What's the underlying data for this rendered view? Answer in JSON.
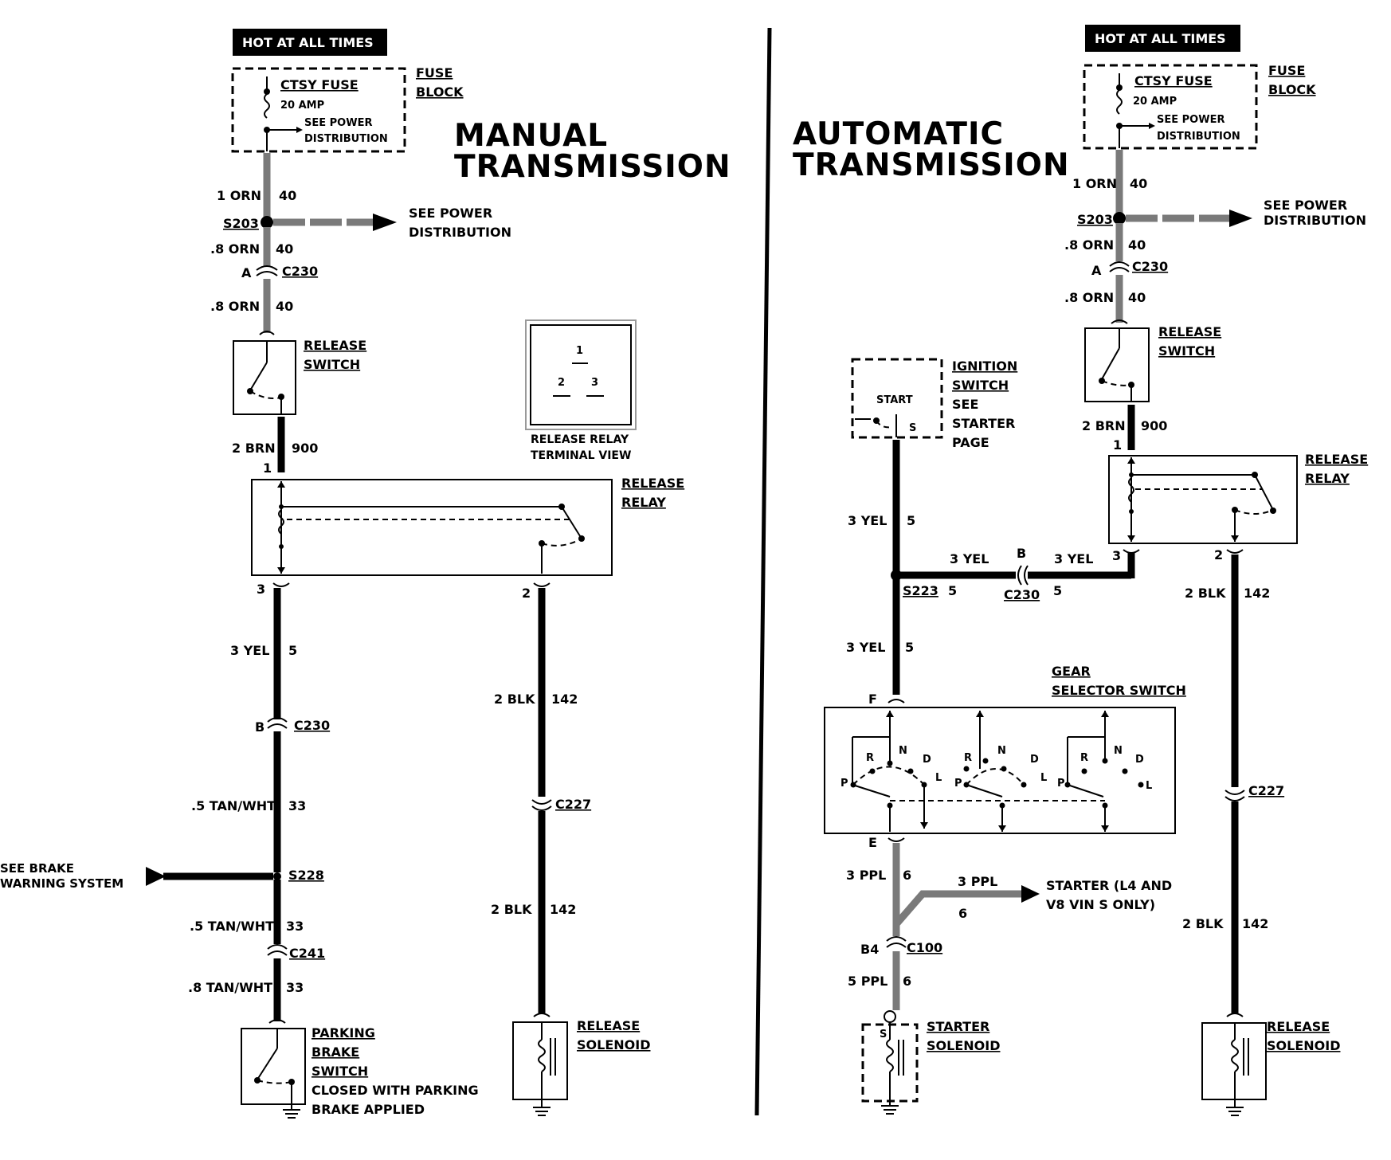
{
  "manual": {
    "title_line1": "MANUAL",
    "title_line2": "TRANSMISSION",
    "hot_at_all_times": "HOT AT ALL TIMES",
    "fuse_name": "CTSY FUSE",
    "fuse_amp": "20 AMP",
    "see_power_1": "SEE POWER",
    "see_power_2": "DISTRIBUTION",
    "fuse_block_1": "FUSE",
    "fuse_block_2": "BLOCK",
    "w1_size": "1 ORN",
    "w1_circuit": "40",
    "splice_s203": "S203",
    "arrow_see_power_1": "SEE POWER",
    "arrow_see_power_2": "DISTRIBUTION",
    "w2_size": ".8 ORN",
    "w2_circuit": "40",
    "c230_pin": "A",
    "c230": "C230",
    "w3_size": ".8 ORN",
    "w3_circuit": "40",
    "release_switch_1": "RELEASE",
    "release_switch_2": "SWITCH",
    "w4_size": "2 BRN",
    "w4_circuit": "900",
    "relay_pin1": "1",
    "relay_1": "RELEASE",
    "relay_2": "RELAY",
    "relay_pin3": "3",
    "relay_pin2": "2",
    "w5_size": "3 YEL",
    "w5_circuit": "5",
    "c230b_pin": "B",
    "c230b": "C230",
    "w6_size": ".5 TAN/WHT",
    "w6_circuit": "33",
    "splice_s228": "S228",
    "brake_warning_1": "SEE BRAKE",
    "brake_warning_2": "WARNING SYSTEM",
    "w7_size": ".5 TAN/WHT",
    "w7_circuit": "33",
    "c241": "C241",
    "w8_size": ".8 TAN/WHT",
    "w8_circuit": "33",
    "park_1": "PARKING",
    "park_2": "BRAKE",
    "park_3": "SWITCH",
    "park_4": "CLOSED WITH PARKING",
    "park_5": "BRAKE APPLIED",
    "w9_size": "2 BLK",
    "w9_circuit": "142",
    "c227": "C227",
    "w10_size": "2 BLK",
    "w10_circuit": "142",
    "solenoid_1": "RELEASE",
    "solenoid_2": "SOLENOID",
    "terminal_pin1": "1",
    "terminal_pin2": "2",
    "terminal_pin3": "3",
    "terminal_1": "RELEASE RELAY",
    "terminal_2": "TERMINAL VIEW"
  },
  "automatic": {
    "title_line1": "AUTOMATIC",
    "title_line2": "TRANSMISSION",
    "hot_at_all_times": "HOT AT ALL TIMES",
    "fuse_name": "CTSY FUSE",
    "fuse_amp": "20 AMP",
    "see_power_1": "SEE POWER",
    "see_power_2": "DISTRIBUTION",
    "fuse_block_1": "FUSE",
    "fuse_block_2": "BLOCK",
    "w1_size": "1 ORN",
    "w1_circuit": "40",
    "splice_s203": "S203",
    "arrow_see_power_1": "SEE POWER",
    "arrow_see_power_2": "DISTRIBUTION",
    "w2_size": ".8 ORN",
    "w2_circuit": "40",
    "c230_pin": "A",
    "c230": "C230",
    "w3_size": ".8 ORN",
    "w3_circuit": "40",
    "release_switch_1": "RELEASE",
    "release_switch_2": "SWITCH",
    "w4_size": "2 BRN",
    "w4_circuit": "900",
    "relay_pin1": "1",
    "relay_1": "RELEASE",
    "relay_2": "RELAY",
    "relay_pin3": "3",
    "relay_pin2": "2",
    "ign_start": "START",
    "ign_s": "S",
    "ign_1": "IGNITION",
    "ign_2": "SWITCH",
    "ign_3": "SEE",
    "ign_4": "STARTER",
    "ign_5": "PAGE",
    "w5_size": "3 YEL",
    "w5_circuit": "5",
    "w6_size": "3 YEL",
    "c230b_pin": "B",
    "w7_size": "3 YEL",
    "splice_s223": "S223",
    "w6_circuit": "5",
    "c230b": "C230",
    "w7_circuit": "5",
    "w8_size": "3 YEL",
    "w8_circuit": "5",
    "gear_1": "GEAR",
    "gear_2": "SELECTOR SWITCH",
    "pin_f": "F",
    "pin_e": "E",
    "pos_r": "R",
    "pos_n": "N",
    "pos_d": "D",
    "pos_l": "L",
    "pos_p": "P",
    "w9_size": "3 PPL",
    "w9_circuit": "6",
    "w10_size": "3 PPL",
    "w10_circuit": "6",
    "starter_note_1": "STARTER (L4 AND",
    "starter_note_2": "V8 VIN S ONLY)",
    "c100_pin": "B4",
    "c100": "C100",
    "w11_size": "5 PPL",
    "w11_circuit": "6",
    "starter_s": "S",
    "starter_1": "STARTER",
    "starter_2": "SOLENOID",
    "w12_size": "2 BLK",
    "w12_circuit": "142",
    "c227": "C227",
    "w13_size": "2 BLK",
    "w13_circuit": "142",
    "solenoid_1": "RELEASE",
    "solenoid_2": "SOLENOID"
  }
}
